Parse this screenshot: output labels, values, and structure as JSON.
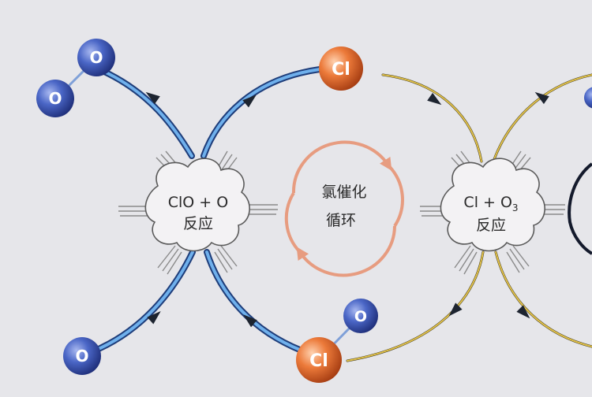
{
  "colors": {
    "background": "#e6e6ea",
    "blue_path": "#5aa0e0",
    "gold_path": "#d7b53a",
    "cycle_arrow": "#e79c80",
    "oxygen_atom": "#3d58b8",
    "chlorine_atom": "#e06a2c",
    "arrowhead": "#1d2430"
  },
  "atoms": {
    "o2_top_a": "O",
    "o2_top_b": "O",
    "cl_top": "Cl",
    "o_free": "O",
    "clo_cl": "Cl",
    "clo_o": "O"
  },
  "left_reaction": {
    "line1": "ClO + O",
    "line2": "反应"
  },
  "cycle": {
    "line1": "氯催化",
    "line2": "循环"
  },
  "right_reaction": {
    "line1_main": "Cl + O",
    "line1_sub": "3",
    "line2": "反应"
  }
}
